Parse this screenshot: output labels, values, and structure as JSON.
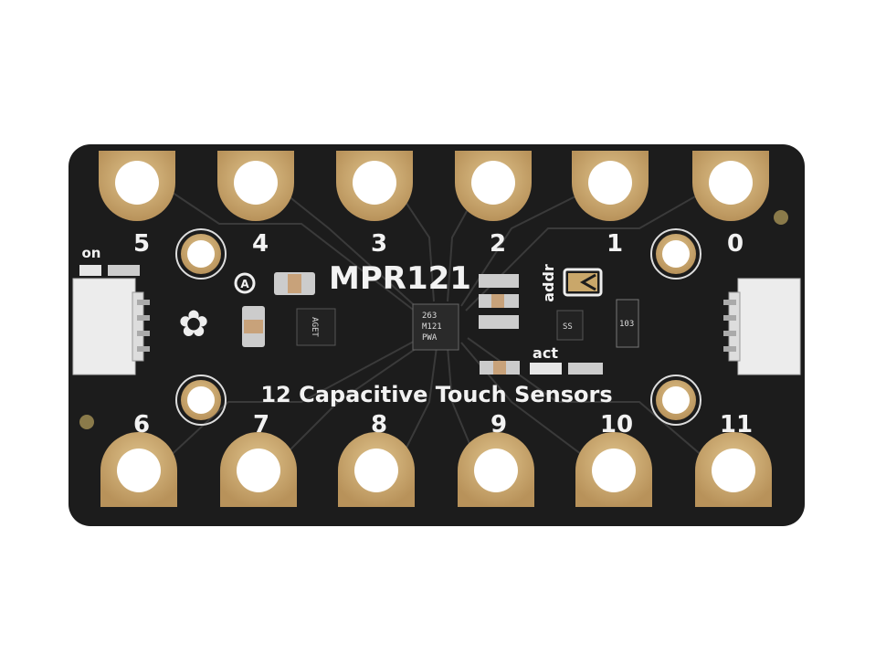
{
  "board": {
    "title": "MPR121",
    "subtitle": "12 Capacitive Touch Sensors",
    "top_pads": [
      "5",
      "4",
      "3",
      "2",
      "1",
      "0"
    ],
    "bottom_pads": [
      "6",
      "7",
      "8",
      "9",
      "10",
      "11"
    ],
    "on_label": "on",
    "act_label": "act",
    "addr_label": "addr",
    "chip_lines": [
      "263",
      "M121",
      "PWA"
    ],
    "resistor_label": "103",
    "transistor_label": "SS",
    "regulator_label": "AGET",
    "a_label": "A"
  },
  "colors": {
    "board": "#1c1c1c",
    "gold": "#c9a76a",
    "silk": "#f2f2f2",
    "connector": "#eeeeee"
  }
}
